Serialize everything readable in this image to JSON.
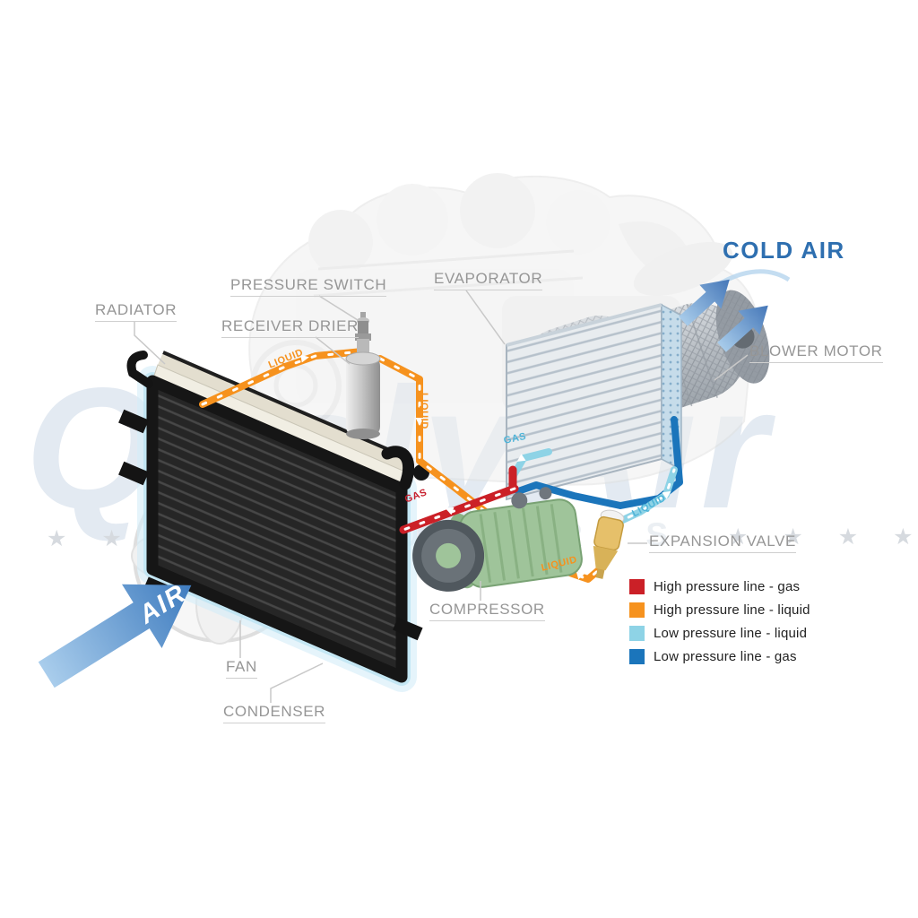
{
  "watermark": {
    "brand": "QualyAir",
    "stars_left": "★ ★ ★",
    "stars_right": "★ ★ ★ ★",
    "ghost_text": "AUTO PARTS"
  },
  "airflow": {
    "air_in": "AIR",
    "cold_air_out": "COLD AIR"
  },
  "components": {
    "radiator": "RADIATOR",
    "pressure_switch": "PRESSURE SWITCH",
    "receiver_drier": "RECEIVER DRIER",
    "evaporator": "EVAPORATOR",
    "blower_motor": "BLOWER MOTOR",
    "expansion_valve": "EXPANSION VALVE",
    "compressor": "COMPRESSOR",
    "fan": "FAN",
    "condenser": "CONDENSER"
  },
  "pipe_labels": [
    {
      "text": "LIQUID",
      "color": "#F6921E"
    },
    {
      "text": "LIQUID",
      "color": "#F6921E"
    },
    {
      "text": "GAS",
      "color": "#4FB4D8"
    },
    {
      "text": "GAS",
      "color": "#C8202E"
    },
    {
      "text": "LIQUID",
      "color": "#4FB4D8"
    },
    {
      "text": "LIQUID",
      "color": "#F6921E"
    }
  ],
  "legend": {
    "items": [
      {
        "color": "#CB2027",
        "label": "High pressure line - gas"
      },
      {
        "color": "#F6921E",
        "label": "High pressure line - liquid"
      },
      {
        "color": "#8ED3E6",
        "label": "Low pressure line - liquid"
      },
      {
        "color": "#1B75BB",
        "label": "Low pressure line - gas"
      }
    ]
  },
  "line_colors": {
    "high_pressure_gas": "#CB2027",
    "high_pressure_liquid": "#F6921E",
    "low_pressure_liquid": "#8ED3E6",
    "low_pressure_gas": "#1B75BB"
  }
}
